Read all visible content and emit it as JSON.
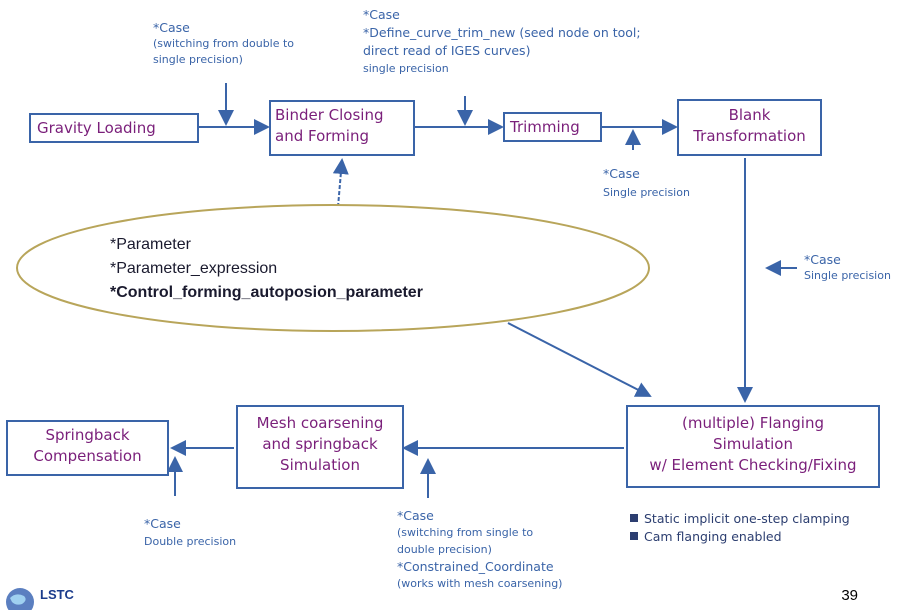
{
  "boxes": {
    "gravity": {
      "lines": [
        "Gravity Loading"
      ]
    },
    "binder": {
      "lines": [
        "Binder Closing",
        "and Forming"
      ]
    },
    "trimming": {
      "lines": [
        "Trimming"
      ]
    },
    "blank": {
      "lines": [
        "Blank",
        "Transformation"
      ]
    },
    "flanging": {
      "lines": [
        "(multiple) Flanging",
        "Simulation",
        "w/ Element Checking/Fixing"
      ]
    },
    "mesh": {
      "lines": [
        "Mesh coarsening",
        "and springback",
        "Simulation"
      ]
    },
    "springback": {
      "lines": [
        "Springback",
        "Compensation"
      ]
    }
  },
  "notes": {
    "case_top_left": [
      "*Case",
      "(switching from double to",
      "single precision)"
    ],
    "case_top_mid": [
      "*Case",
      "*Define_curve_trim_new (seed node on tool;",
      "direct read of IGES curves)",
      "single precision"
    ],
    "case_trim": [
      "*Case",
      "Single precision"
    ],
    "case_right": [
      "*Case",
      "Single precision"
    ],
    "case_bottom_left": [
      "*Case",
      "Double precision"
    ],
    "case_bottom_mid": [
      "*Case",
      "(switching from single to",
      "double precision)",
      "*Constrained_Coordinate",
      "(works with mesh coarsening)"
    ]
  },
  "ellipse": {
    "lines": [
      "*Parameter",
      "*Parameter_expression",
      "*Control_forming_autoposion_parameter"
    ]
  },
  "bullets": [
    "Static implicit one-step clamping",
    "Cam flanging enabled"
  ],
  "logo_text": "LSTC",
  "page_number": "39",
  "colors": {
    "box_border": "#3a64a8",
    "box_text": "#7a1f7a",
    "note_text": "#3a64a8",
    "arrow": "#3a64a8",
    "ellipse_border": "#b8a55a"
  }
}
